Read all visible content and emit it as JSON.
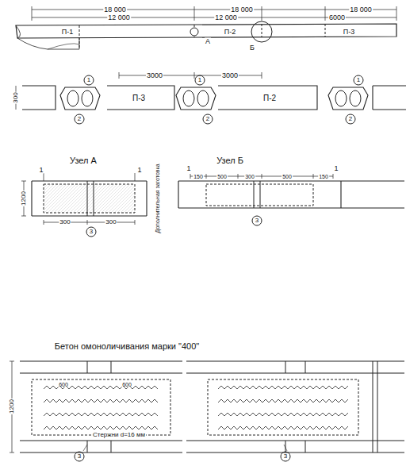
{
  "diagram": {
    "labels": [
      "18 000",
      "18 000",
      "18 000",
      "12 000",
      "12 000",
      "6000",
      "П-1",
      "А",
      "П-2",
      "Б",
      "П-3",
      "3000",
      "3000",
      "П-3",
      "П-2",
      "1",
      "2",
      "1",
      "2",
      "1",
      "2",
      "300",
      "Узел А",
      "Узел Б",
      "1",
      "1",
      "1",
      "1",
      "1200",
      "Дополнительная заготовка",
      "300",
      "300",
      "150",
      "500",
      "300",
      "500",
      "150",
      "3",
      "3",
      "Бетон омоноличивания марки \"400\"",
      "Стержни d=16 мм",
      "1200",
      "600",
      "600",
      "3",
      "3"
    ]
  }
}
